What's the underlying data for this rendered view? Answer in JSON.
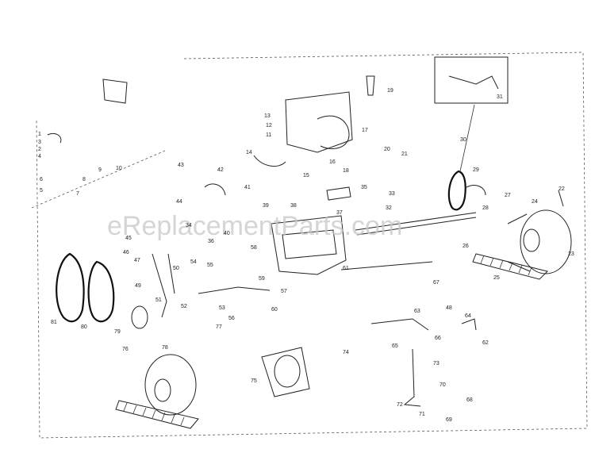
{
  "watermark": "eReplacementParts.com",
  "callouts": [
    "1",
    "2",
    "3",
    "4",
    "5",
    "6",
    "7",
    "8",
    "9",
    "10",
    "11",
    "12",
    "13",
    "14",
    "15",
    "16",
    "17",
    "18",
    "19",
    "20",
    "21",
    "22",
    "23",
    "24",
    "25",
    "26",
    "27",
    "28",
    "29",
    "30",
    "31",
    "32",
    "33",
    "34",
    "35",
    "36",
    "37",
    "38",
    "39",
    "40",
    "41",
    "42",
    "43",
    "44",
    "45",
    "46",
    "47",
    "48",
    "49",
    "50",
    "51",
    "52",
    "53",
    "54",
    "55",
    "56",
    "57",
    "58",
    "59",
    "60",
    "61",
    "62",
    "63",
    "64",
    "65",
    "66",
    "67",
    "68",
    "69",
    "70",
    "71",
    "72",
    "73",
    "74",
    "75",
    "76",
    "77",
    "78",
    "79",
    "80",
    "81"
  ]
}
